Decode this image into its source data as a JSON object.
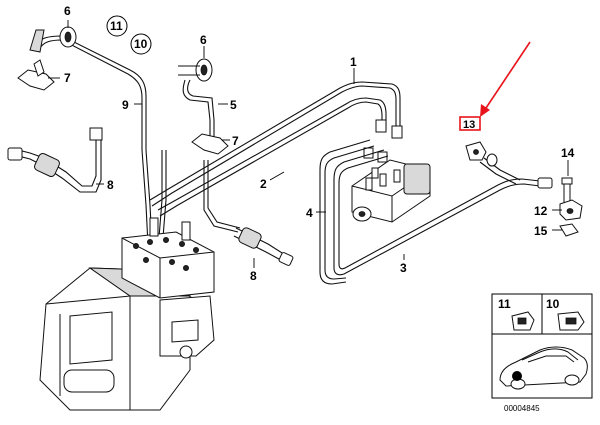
{
  "callouts": {
    "c1": "1",
    "c2": "2",
    "c3": "3",
    "c4": "4",
    "c5": "5",
    "c6a": "6",
    "c6b": "6",
    "c7a": "7",
    "c7b": "7",
    "c8a": "8",
    "c8b": "8",
    "c9": "9",
    "c12": "12",
    "c14": "14",
    "c15": "15"
  },
  "circled": {
    "c11": "11",
    "c10": "10"
  },
  "highlight_label": "13",
  "inset": {
    "label11": "11",
    "label10": "10"
  },
  "reference_number": "00004845",
  "colors": {
    "arrow": "#e8141c",
    "highlight_box": "#e8141c",
    "line": "#111111"
  }
}
